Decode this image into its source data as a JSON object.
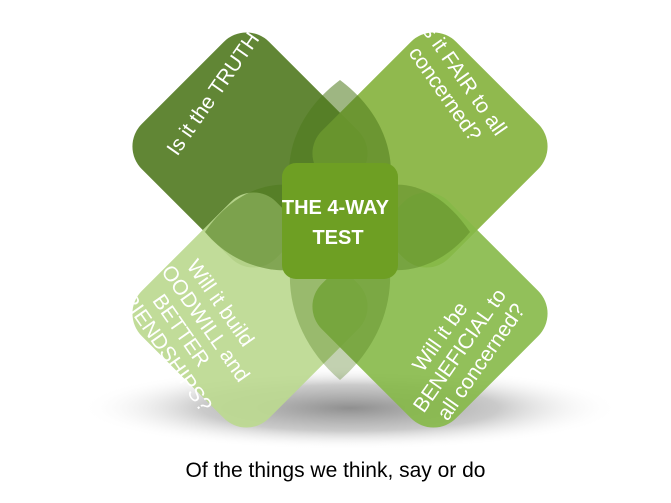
{
  "diagram": {
    "center": {
      "lines": [
        "THE 4-WAY",
        "TEST"
      ]
    },
    "petals": [
      {
        "id": "truth",
        "lines": [
          "Is it the TRUTH?"
        ]
      },
      {
        "id": "fair",
        "lines": [
          "Is it FAIR to all",
          "concerned?"
        ]
      },
      {
        "id": "goodwill",
        "lines": [
          "Will it build",
          "GOODWILL and",
          "BETTER",
          "FRIENDSHIPS?"
        ]
      },
      {
        "id": "beneficial",
        "lines": [
          "Will it be",
          "BENEFICIAL to",
          "all concerned?"
        ]
      }
    ],
    "caption": "Of the things we think, say or do"
  },
  "colors": {
    "petal_top_left": "#587f2a",
    "petal_top_right": "#8ab545",
    "petal_bottom_left": "#bcd990",
    "petal_bottom_right": "#86b948",
    "overlap": "#4f7a1c",
    "center_square": "#6e9f23",
    "text_light": "#ffffff",
    "caption_text": "#000000"
  }
}
